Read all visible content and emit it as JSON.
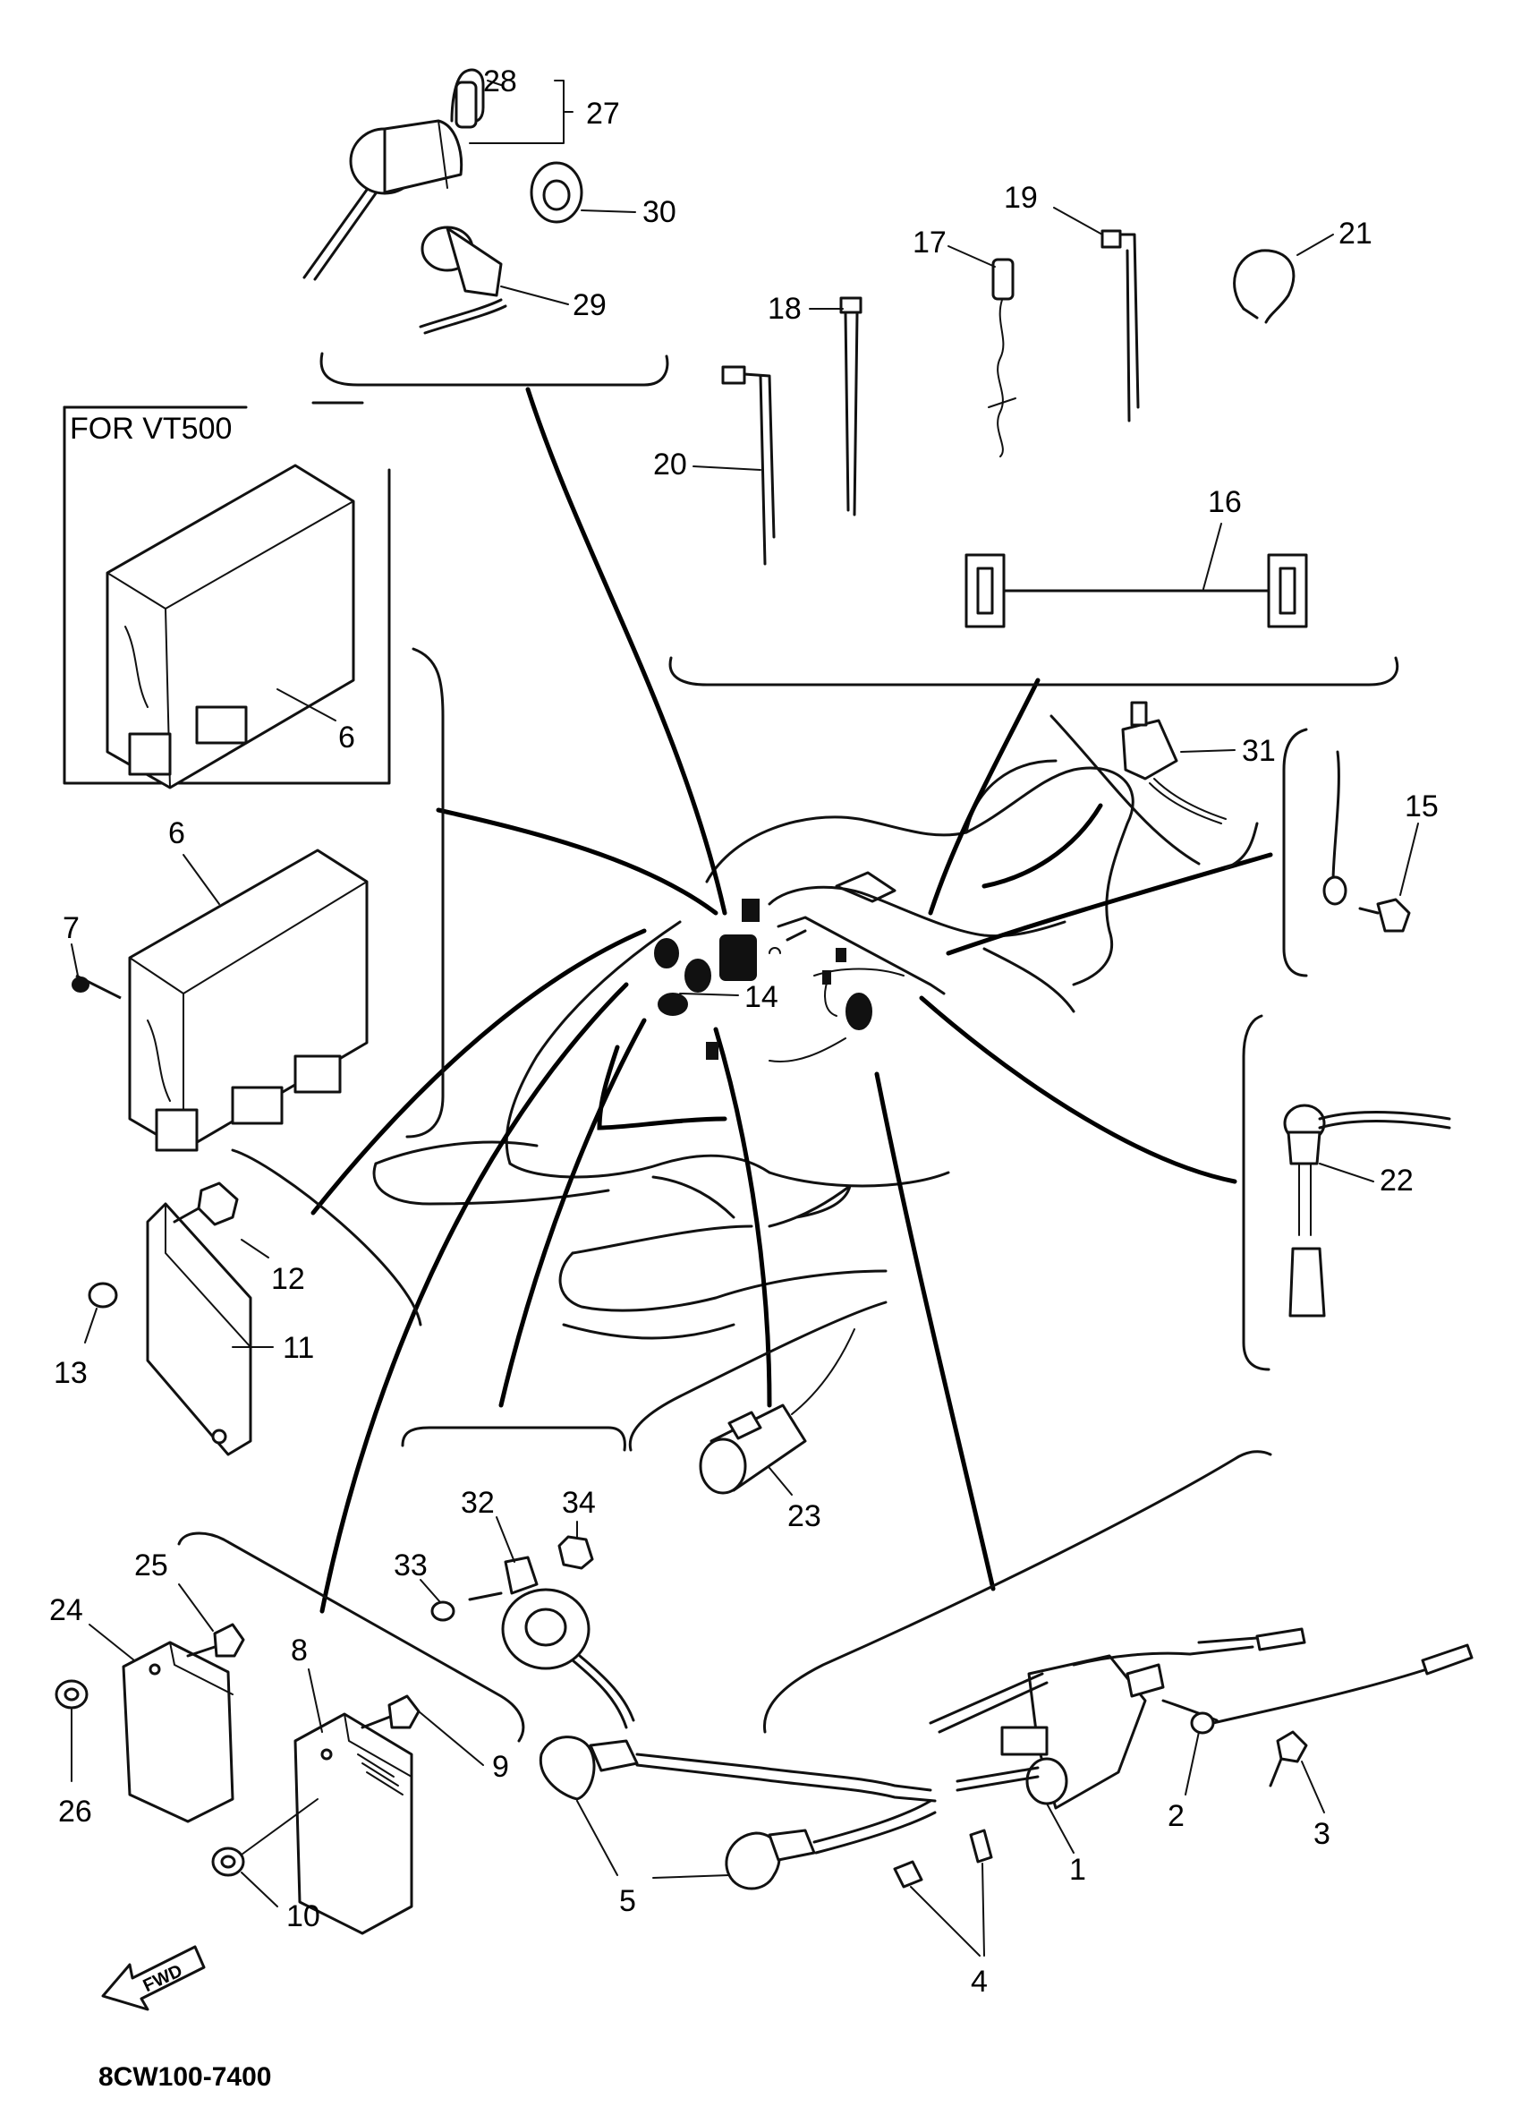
{
  "diagram": {
    "inset_title": "FOR VT500",
    "figure_code": "8CW100-7400",
    "fwd_label": "FWD",
    "callouts": {
      "n1": "1",
      "n2": "2",
      "n3": "3",
      "n4": "4",
      "n5": "5",
      "n6a": "6",
      "n6b": "6",
      "n7": "7",
      "n8": "8",
      "n9": "9",
      "n10": "10",
      "n11": "11",
      "n12": "12",
      "n13": "13",
      "n14": "14",
      "n15": "15",
      "n16": "16",
      "n17": "17",
      "n18": "18",
      "n19": "19",
      "n20": "20",
      "n21": "21",
      "n22": "22",
      "n23": "23",
      "n24": "24",
      "n25": "25",
      "n26": "26",
      "n27": "27",
      "n28": "28",
      "n29": "29",
      "n30": "30",
      "n31": "31",
      "n32": "32",
      "n33": "33",
      "n34": "34"
    }
  }
}
